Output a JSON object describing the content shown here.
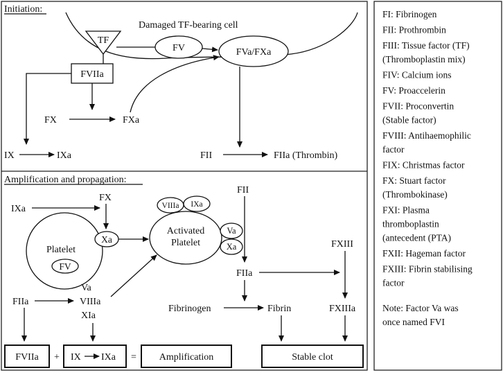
{
  "sections": {
    "initiation": "Initiation:",
    "amplification": "Amplification and propagation:"
  },
  "initiation": {
    "cell_label": "Damaged TF-bearing cell",
    "tf": "TF",
    "fviia": "FVIIa",
    "fv": "FV",
    "fva_fxa": "FVa/FXa",
    "fx": "FX",
    "fxa": "FXa",
    "ix": "IX",
    "ixa": "IXa",
    "fii": "FII",
    "fiia": "FIIa (Thrombin)"
  },
  "amplification": {
    "ixa": "IXa",
    "fx": "FX",
    "xa": "Xa",
    "platelet": "Platelet",
    "fv": "FV",
    "viiia": "VIIIa",
    "ixa_bead": "IXa",
    "activated_platelet_line1": "Activated",
    "activated_platelet_line2": "Platelet",
    "va_bead": "Va",
    "xa_bead": "Xa",
    "fii": "FII",
    "fxiii": "FXIII",
    "fiia": "FIIa",
    "va": "Va",
    "viiia_text": "VIIIa",
    "xia": "XIa",
    "fiia_left": "FIIa",
    "fibrinogen": "Fibrinogen",
    "fibrin": "Fibrin",
    "fxiiia": "FXIIIa",
    "box_fviia": "FVIIa",
    "plus": "+",
    "box_ix": "IX",
    "box_ixa": "IXa",
    "equals": "=",
    "box_amplification": "Amplification",
    "box_stable_clot": "Stable clot"
  },
  "legend": {
    "items": [
      [
        "FI: Fibrinogen"
      ],
      [
        "FII: Prothrombin"
      ],
      [
        "FIII: Tissue factor (TF)",
        "(Thromboplastin mix)"
      ],
      [
        "FIV: Calcium ions"
      ],
      [
        "FV: Proaccelerin"
      ],
      [
        "FVII: Proconvertin",
        "(Stable factor)"
      ],
      [
        "FVIII: Antihaemophilic",
        "factor"
      ],
      [
        "FIX: Christmas factor"
      ],
      [
        "FX: Stuart factor",
        "(Thrombokinase)"
      ],
      [
        "FXI: Plasma",
        "thromboplastin",
        "(antecedent (PTA)"
      ],
      [
        "FXII: Hageman factor"
      ],
      [
        "FXIII: Fibrin stabilising",
        "factor"
      ]
    ],
    "note": [
      "Note: Factor Va was",
      "once named FVI"
    ]
  }
}
